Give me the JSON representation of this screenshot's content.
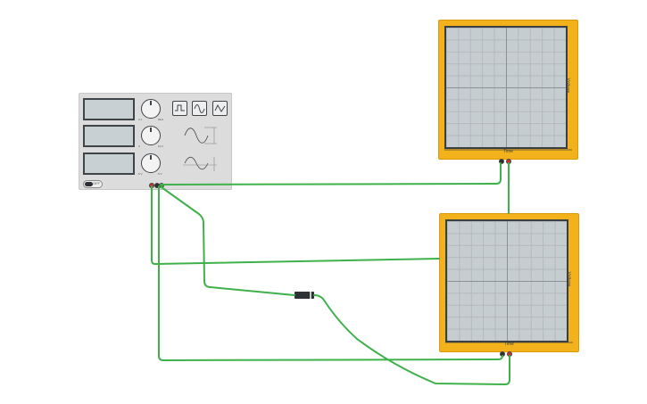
{
  "function_generator": {
    "displays": [
      "",
      "",
      ""
    ],
    "knob_labels": [
      {
        "min": "0.1",
        "max": "MHz"
      },
      {
        "min": "0",
        "max": "10 V"
      },
      {
        "min": "-5 V",
        "max": "5 V"
      }
    ],
    "waveform_buttons": [
      "square-wave-icon",
      "sine-wave-icon",
      "triangle-wave-icon"
    ],
    "power_label": "OFF"
  },
  "oscilloscopes": [
    {
      "time_label": "Time",
      "voltage_label": "Voltage"
    },
    {
      "time_label": "Time",
      "voltage_label": "Voltage"
    }
  ],
  "colors": {
    "wire": "#3fb14b",
    "scope_body": "#f3b21b",
    "screen": "#c6cdd0",
    "generator_body": "#dcdcdc"
  }
}
